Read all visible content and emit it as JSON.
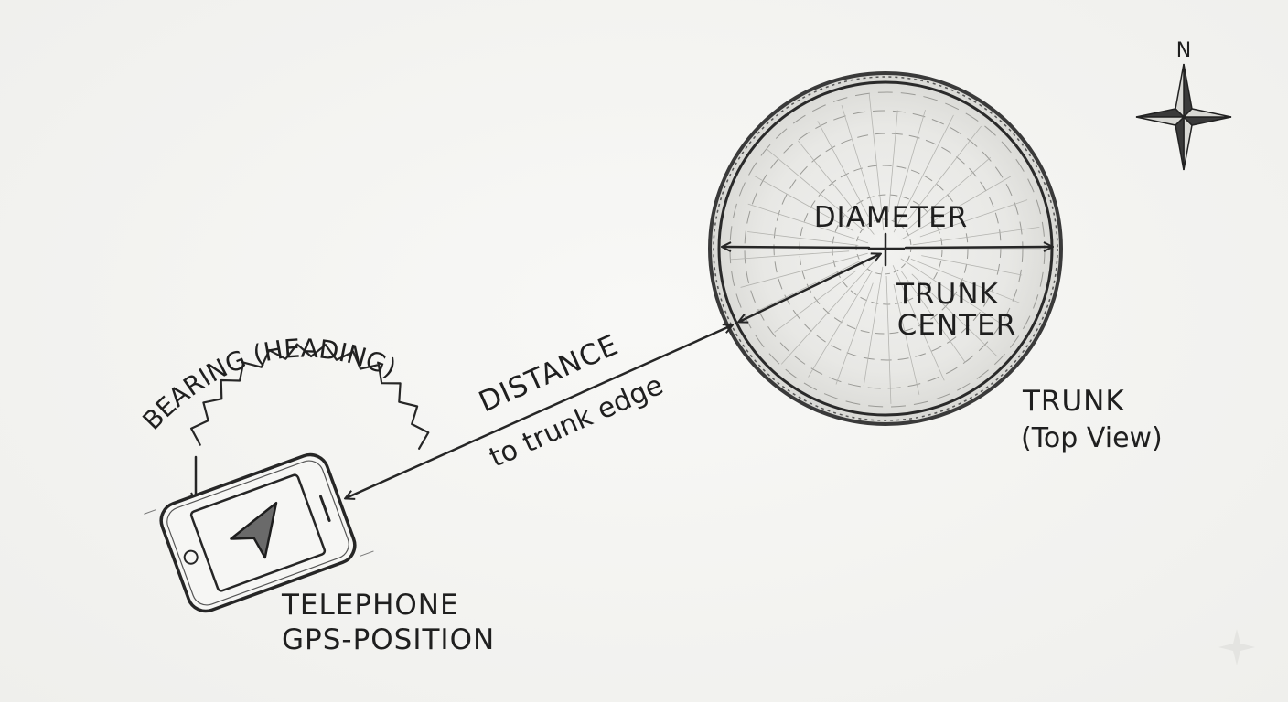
{
  "labels": {
    "compass_north": "N",
    "diameter": "DIAMETER",
    "trunk_center_line1": "TRUNK",
    "trunk_center_line2": "CENTER",
    "trunk_line1": "TRUNK",
    "trunk_line2": "(Top View)",
    "distance_line1": "DISTANCE",
    "distance_line2": "to trunk edge",
    "bearing": "BEARING (HEADING)",
    "telephone_line1": "TELEPHONE",
    "telephone_line2": "GPS-POSITION"
  },
  "icons": {
    "compass": "compass-rose-icon",
    "phone": "smartphone-icon",
    "navigation": "navigation-arrow-icon",
    "trunk": "tree-trunk-cross-section-icon"
  },
  "colors": {
    "background": "#f3f3f1",
    "ink": "#262626"
  }
}
